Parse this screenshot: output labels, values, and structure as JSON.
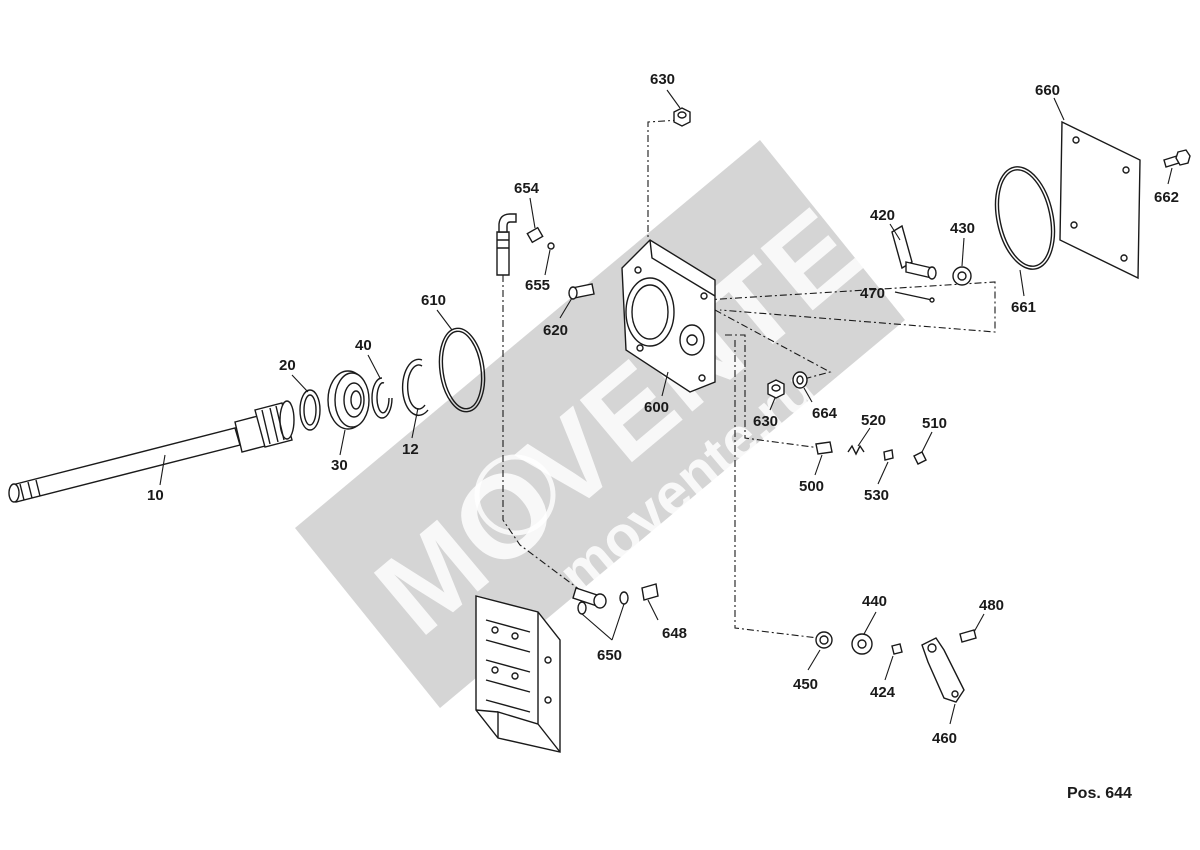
{
  "diagram": {
    "caption": "Pos. 644",
    "watermark": {
      "brand": "MOVENTE",
      "site": "movente.ru"
    },
    "callouts": {
      "c10": "10",
      "c12": "12",
      "c20": "20",
      "c30": "30",
      "c40": "40",
      "c420": "420",
      "c424": "424",
      "c430": "430",
      "c440": "440",
      "c450": "450",
      "c460": "460",
      "c470": "470",
      "c480": "480",
      "c500": "500",
      "c510": "510",
      "c520": "520",
      "c530": "530",
      "c600": "600",
      "c610": "610",
      "c620": "620",
      "c630a": "630",
      "c630b": "630",
      "c648": "648",
      "c650": "650",
      "c654": "654",
      "c655": "655",
      "c660": "660",
      "c661": "661",
      "c662": "662",
      "c664": "664"
    }
  }
}
